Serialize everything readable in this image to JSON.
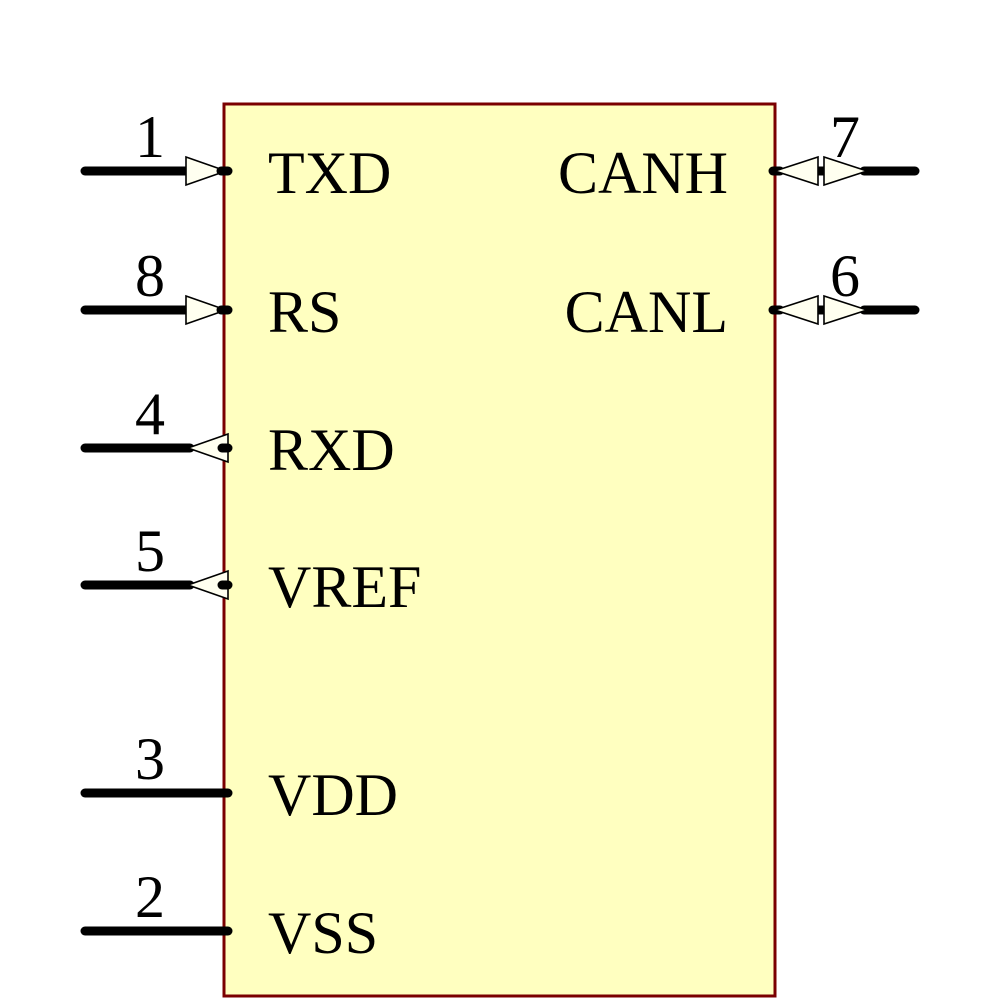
{
  "component": {
    "kind": "schematic-symbol"
  },
  "colors": {
    "background": "#FFFFFF",
    "chip_fill": "#FFFFC0",
    "chip_border": "#7A0000",
    "arrow_fill": "#FFFFF0",
    "wire": "#000000",
    "text": "#000000"
  },
  "pins": {
    "left": [
      {
        "number": "1",
        "label": "TXD",
        "direction": "input"
      },
      {
        "number": "8",
        "label": "RS",
        "direction": "input"
      },
      {
        "number": "4",
        "label": "RXD",
        "direction": "output"
      },
      {
        "number": "5",
        "label": "VREF",
        "direction": "output"
      },
      {
        "number": "3",
        "label": "VDD",
        "direction": "power"
      },
      {
        "number": "2",
        "label": "VSS",
        "direction": "power"
      }
    ],
    "right": [
      {
        "number": "7",
        "label": "CANH",
        "direction": "bidirectional"
      },
      {
        "number": "6",
        "label": "CANL",
        "direction": "bidirectional"
      }
    ]
  }
}
